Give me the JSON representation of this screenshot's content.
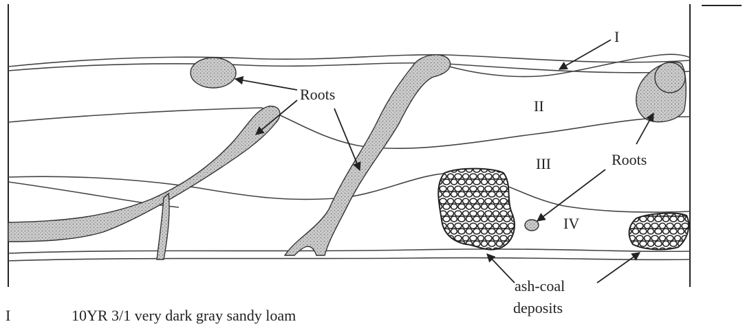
{
  "labels": {
    "horizon_1": "I",
    "horizon_2": "II",
    "horizon_3": "III",
    "horizon_4": "IV",
    "roots_top": "Roots",
    "roots_right": "Roots",
    "ash_line1": "ash-coal",
    "ash_line2": "deposits"
  },
  "legend": {
    "code": "I",
    "description": "10YR 3/1 very dark gray sandy loam"
  },
  "colors": {
    "line": "#444444",
    "root_fill": "#cfcfcf",
    "ash_fill": "#ffffff"
  }
}
